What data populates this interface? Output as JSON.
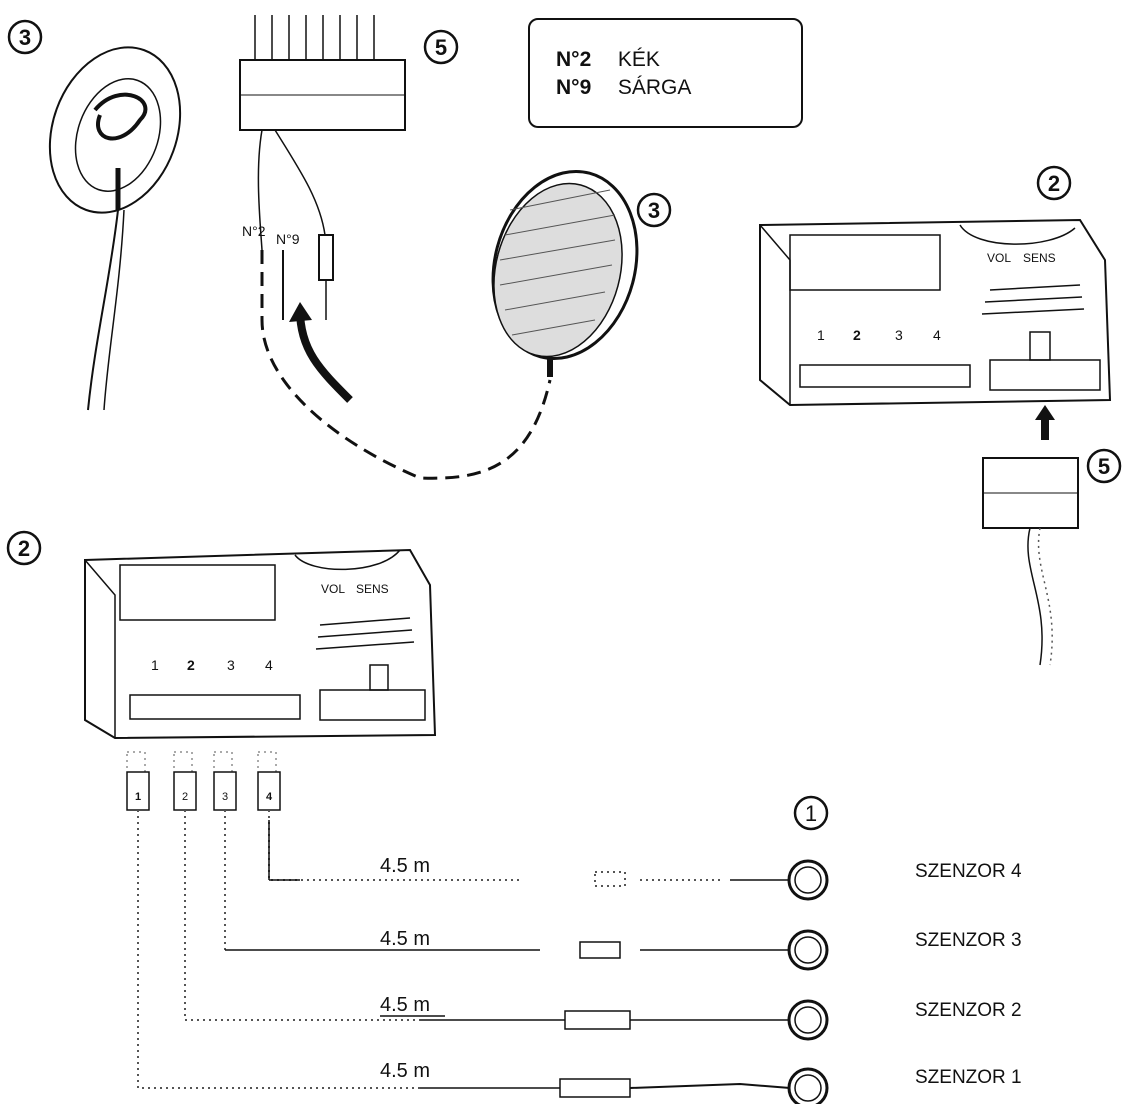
{
  "legend": {
    "rows": [
      {
        "code": "N°2",
        "color": "KÉK"
      },
      {
        "code": "N°9",
        "color": "SÁRGA"
      }
    ]
  },
  "callouts": {
    "c1": "1",
    "c2": "2",
    "c3": "3",
    "c5": "5"
  },
  "wire_labels": {
    "n2": "N°2",
    "n9": "N°9"
  },
  "hub": {
    "vol": "VOL",
    "sens": "SENS",
    "ports": [
      "1",
      "2",
      "3",
      "4"
    ]
  },
  "plugs": [
    "1",
    "2",
    "3",
    "4"
  ],
  "cables": [
    {
      "length": "4.5 m",
      "sensor": "SZENZOR 4"
    },
    {
      "length": "4.5 m",
      "sensor": "SZENZOR 3"
    },
    {
      "length": "4.5 m",
      "sensor": "SZENZOR 2"
    },
    {
      "length": "4.5 m",
      "sensor": "SZENZOR 1"
    }
  ]
}
